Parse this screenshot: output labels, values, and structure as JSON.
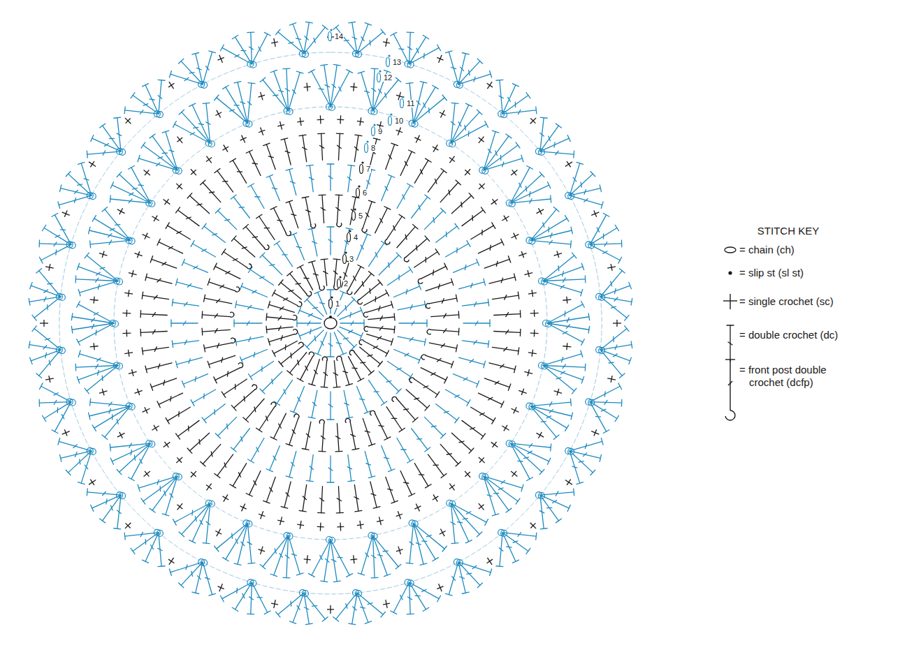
{
  "diagram": {
    "labels": [
      "14",
      "13",
      "12",
      "11",
      "10",
      "9",
      "8",
      "7",
      "6",
      "5",
      "4",
      "3",
      "2",
      "1",
      "STITCH KEY"
    ],
    "legend": [
      {
        "text": "= chain (ch)"
      },
      {
        "text": "= slip st (sl st)"
      },
      {
        "text": "= single crochet (sc)"
      },
      {
        "text": "= double crochet (dc)"
      },
      {
        "text": "= front post double crochet (dcfp)"
      }
    ]
  }
}
